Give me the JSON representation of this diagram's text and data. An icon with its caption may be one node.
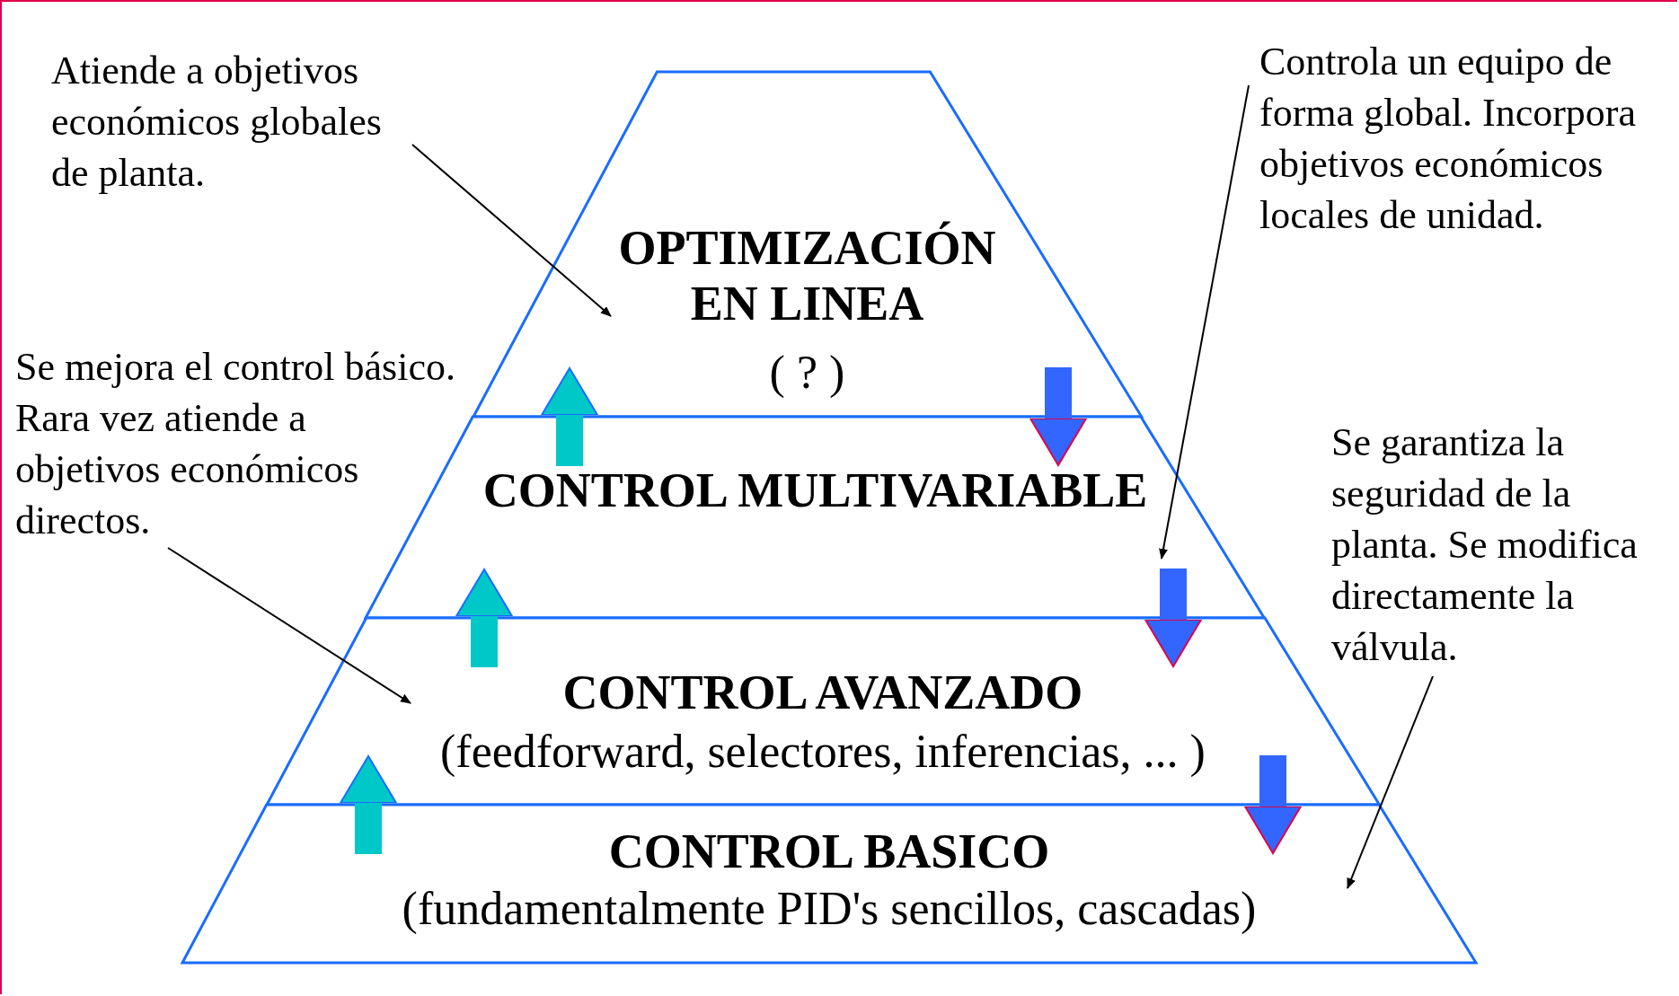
{
  "diagram": {
    "nodes": [
      {
        "text": [
          "Atiende a objetivos económicos globales de planta."
        ]
      },
      {
        "text": [
          "Controla un equipo de forma global. Incorpora objetivos económicos locales de unidad."
        ]
      },
      {
        "text": [
          "OPTIMIZACIÓN EN LINEA",
          "( ? )"
        ]
      },
      {
        "text": [
          "Se mejora el control básico. Rara vez atiende a objetivos económicos directos."
        ]
      },
      {
        "text": [
          "CONTROL MULTIVARIABLE"
        ]
      },
      {
        "text": [
          "Se garantiza la seguridad de la planta. Se modifica directamente la válvula."
        ]
      },
      {
        "text": [
          "CONTROL AVANZADO",
          "(feedforward, selectores, inferencias, ... )"
        ]
      },
      {
        "text": [
          "CONTROL BASICO",
          "(fundamentalmente PID's sencillos, cascadas)"
        ]
      }
    ],
    "edges": [
      {
        "from": 0,
        "to": 2,
        "arrow": "to"
      },
      {
        "from": 1,
        "to": 4,
        "arrow": "to"
      },
      {
        "from": 3,
        "to": 6,
        "arrow": "to"
      },
      {
        "from": 5,
        "to": 7,
        "arrow": "to"
      },
      {
        "from": 7,
        "to": 6,
        "arrow": "to",
        "color": "#00c8c8"
      },
      {
        "from": 6,
        "to": 4,
        "arrow": "to",
        "color": "#00c8c8"
      },
      {
        "from": 4,
        "to": 2,
        "arrow": "to",
        "color": "#00c8c8"
      },
      {
        "from": 2,
        "to": 4,
        "arrow": "to",
        "color": "#3366ff"
      },
      {
        "from": 4,
        "to": 6,
        "arrow": "to",
        "color": "#3366ff"
      },
      {
        "from": 6,
        "to": 7,
        "arrow": "to",
        "color": "#3366ff"
      }
    ]
  }
}
